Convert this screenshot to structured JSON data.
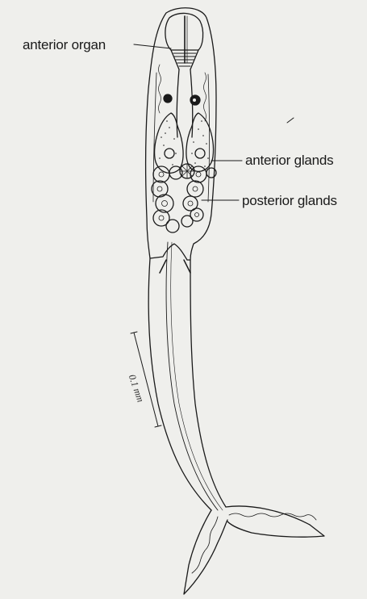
{
  "labels": {
    "anterior_organ": "anterior organ",
    "anterior_glands": "anterior glands",
    "posterior_glands": "posterior glands"
  },
  "scale_bar": {
    "text": "0.1 mm"
  },
  "colors": {
    "background": "#efefec",
    "ink": "#1a1a1a"
  }
}
